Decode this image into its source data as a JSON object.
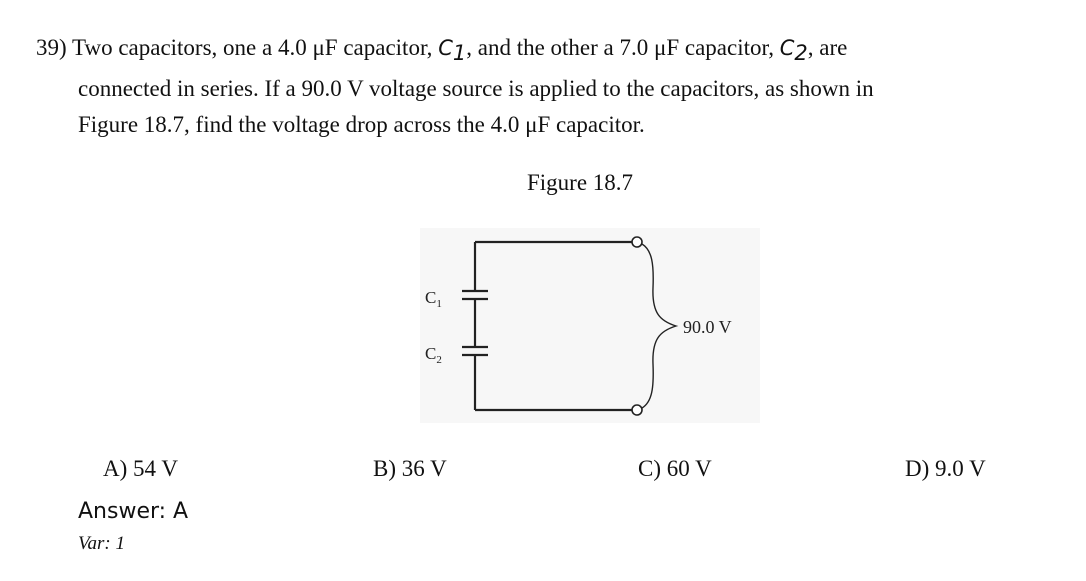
{
  "question": {
    "number": "39)",
    "line1_a": "Two capacitors, one a 4.0 μF capacitor, ",
    "c1_letter": "C",
    "c1_sub": "1",
    "line1_b": ", and the other a 7.0 μF capacitor, ",
    "c2_letter": "C",
    "c2_sub": "2",
    "line1_c": ", are",
    "line2": "connected in series. If a 90.0 V voltage source is applied to the capacitors, as shown in",
    "line3": "Figure 18.7, find the voltage drop across the 4.0 μF capacitor."
  },
  "figure": {
    "caption": "Figure 18.7",
    "label_c1_letter": "C",
    "label_c1_sub": "1",
    "label_c2_letter": "C",
    "label_c2_sub": "2",
    "voltage_label": "90.0 V"
  },
  "choices": {
    "a": "A) 54 V",
    "b": "B) 36 V",
    "c": "C) 60 V",
    "d": "D) 9.0 V"
  },
  "answer": "Answer:  A",
  "var": "Var: 1"
}
